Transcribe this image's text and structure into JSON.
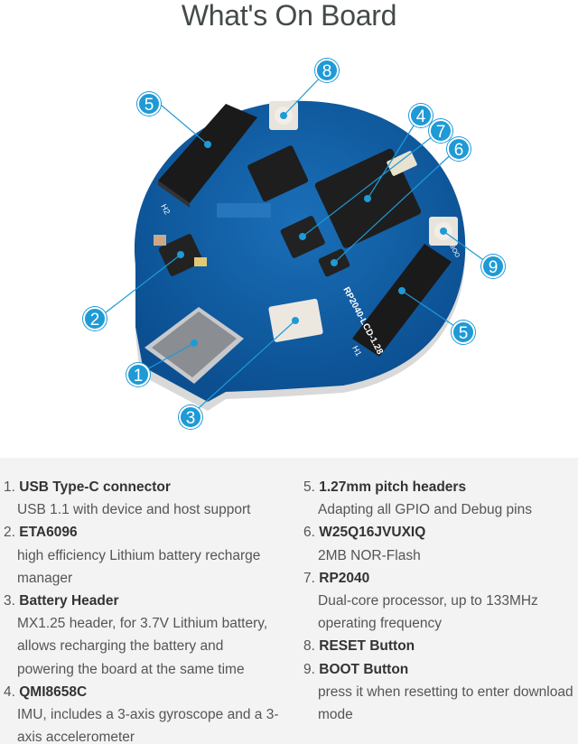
{
  "title": "What's On Board",
  "figure": {
    "board_label": "RP2040-LCD-1.28",
    "header_labels": [
      "H2",
      "H1"
    ],
    "boot_label": "BOO",
    "callouts": [
      {
        "number": "1",
        "target": "USB Type-C connector"
      },
      {
        "number": "2",
        "target": "ETA6096"
      },
      {
        "number": "3",
        "target": "Battery Header"
      },
      {
        "number": "4",
        "target": "QMI8658C"
      },
      {
        "number": "5",
        "target": "1.27mm pitch headers (left)"
      },
      {
        "number": "5",
        "target": "1.27mm pitch headers (right)"
      },
      {
        "number": "6",
        "target": "W25Q16JVUXIQ"
      },
      {
        "number": "7",
        "target": "RP2040"
      },
      {
        "number": "8",
        "target": "RESET Button"
      },
      {
        "number": "9",
        "target": "BOOT Button"
      }
    ],
    "colors": {
      "callout": "#1e9ad6",
      "pcb": "#0d5fa6",
      "pcb_dark": "#0a4a85"
    }
  },
  "items": [
    {
      "num": "1.",
      "name": "USB Type-C connector",
      "details": [
        "USB 1.1 with device and host support"
      ]
    },
    {
      "num": "2.",
      "name": "ETA6096",
      "details": [
        "high efficiency Lithium battery recharge",
        "manager"
      ]
    },
    {
      "num": "3.",
      "name": "Battery Header",
      "details": [
        "MX1.25 header, for 3.7V Lithium battery,",
        "allows recharging the battery and",
        "powering the board at the same time"
      ]
    },
    {
      "num": "4.",
      "name": "QMI8658C",
      "details": [
        "IMU, includes a 3-axis gyroscope and a 3-",
        "axis accelerometer"
      ]
    },
    {
      "num": "5.",
      "name": "1.27mm pitch headers",
      "details": [
        "Adapting all GPIO and Debug pins"
      ]
    },
    {
      "num": "6.",
      "name": "W25Q16JVUXIQ",
      "details": [
        "2MB NOR-Flash"
      ]
    },
    {
      "num": "7.",
      "name": "RP2040",
      "details": [
        "Dual-core processor, up to 133MHz",
        "operating frequency"
      ]
    },
    {
      "num": "8.",
      "name": "RESET Button",
      "details": []
    },
    {
      "num": "9.",
      "name": "BOOT Button",
      "details": [
        "press it when resetting to enter download",
        "mode"
      ]
    }
  ]
}
